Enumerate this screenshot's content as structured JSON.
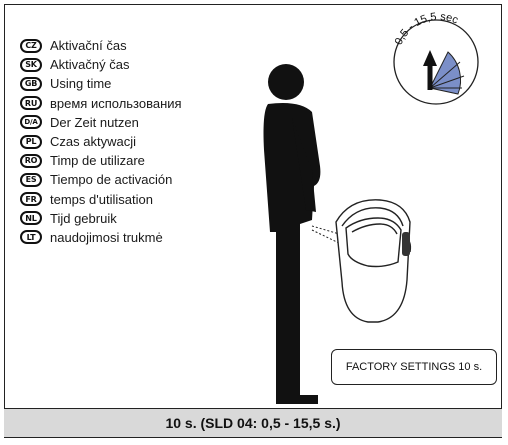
{
  "languages": [
    {
      "code": "CZ",
      "text": "Aktivační čas"
    },
    {
      "code": "SK",
      "text": "Aktivačný čas"
    },
    {
      "code": "GB",
      "text": "Using time"
    },
    {
      "code": "RU",
      "text": "время использования"
    },
    {
      "code": "D/A",
      "text": "Der Zeit nutzen"
    },
    {
      "code": "PL",
      "text": "Czas aktywacji"
    },
    {
      "code": "RO",
      "text": "Timp de utilizare"
    },
    {
      "code": "ES",
      "text": "Tiempo de activación"
    },
    {
      "code": "FR",
      "text": "temps d'utilisation"
    },
    {
      "code": "NL",
      "text": "Tijd gebruik"
    },
    {
      "code": "LT",
      "text": "naudojimosi trukmė"
    }
  ],
  "dial": {
    "range_label": "0,5 - 15,5 sec"
  },
  "factory_settings": "FACTORY SETTINGS 10 s.",
  "footer": "10 s. (SLD 04: 0,5 - 15,5 s.)",
  "colors": {
    "dial_fill": "#7b8fc8",
    "footer_bg": "#d9d9d9",
    "ink": "#111111"
  },
  "icons": [
    "standing-person",
    "urinal-sensor",
    "time-dial"
  ]
}
